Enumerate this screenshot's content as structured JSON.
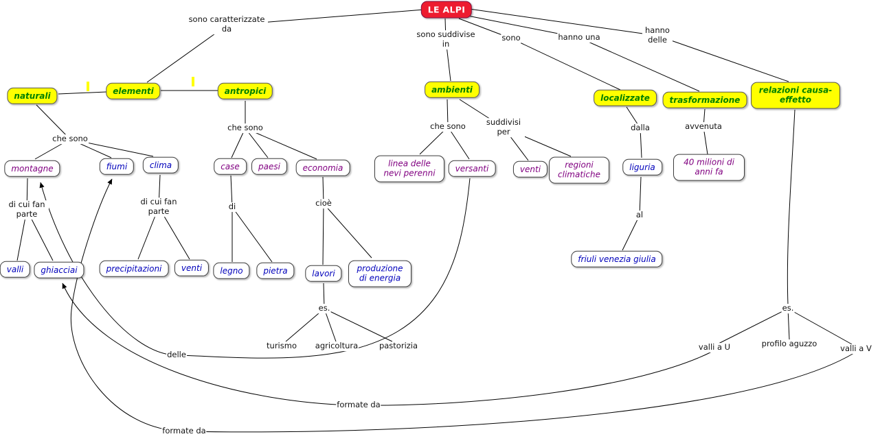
{
  "title": "LE ALPI",
  "colors": {
    "root_bg": "#ed1b2f",
    "root_text": "#ffffff",
    "category_bg": "#ffff00",
    "category_text": "#008000",
    "concept_purple": "#800080",
    "concept_blue": "#0000bb",
    "line": "#000000"
  },
  "nodes": [
    {
      "id": "le-alpi",
      "label": "LE ALPI"
    },
    {
      "id": "naturali",
      "label": "naturali"
    },
    {
      "id": "elementi",
      "label": "elementi"
    },
    {
      "id": "antropici",
      "label": "antropici"
    },
    {
      "id": "ambienti",
      "label": "ambienti"
    },
    {
      "id": "localizzate",
      "label": "localizzate"
    },
    {
      "id": "trasformazione",
      "label": "trasformazione"
    },
    {
      "id": "relazioni-causa-effetto",
      "label": "relazioni causa-effetto"
    },
    {
      "id": "montagne",
      "label": "montagne"
    },
    {
      "id": "fiumi",
      "label": "fiumi"
    },
    {
      "id": "clima",
      "label": "clima"
    },
    {
      "id": "case",
      "label": "case"
    },
    {
      "id": "paesi",
      "label": "paesi"
    },
    {
      "id": "economia",
      "label": "economia"
    },
    {
      "id": "linea-delle-nevi-perenni",
      "label": "linea delle nevi perenni"
    },
    {
      "id": "versanti",
      "label": "versanti"
    },
    {
      "id": "venti-ambienti",
      "label": "venti"
    },
    {
      "id": "regioni-climatiche",
      "label": "regioni climatiche"
    },
    {
      "id": "liguria",
      "label": "liguria"
    },
    {
      "id": "40-milioni-di-anni-fa",
      "label": "40 milioni di anni fa"
    },
    {
      "id": "valli",
      "label": "valli"
    },
    {
      "id": "ghiacciai",
      "label": "ghiacciai"
    },
    {
      "id": "precipitazioni",
      "label": "precipitazioni"
    },
    {
      "id": "venti-clima",
      "label": "venti"
    },
    {
      "id": "legno",
      "label": "legno"
    },
    {
      "id": "pietra",
      "label": "pietra"
    },
    {
      "id": "lavori",
      "label": "lavori"
    },
    {
      "id": "produzione-di-energia",
      "label": "produzione di energia"
    },
    {
      "id": "friuli-venezia-giulia",
      "label": "friuli venezia giulia"
    }
  ],
  "labels": [
    {
      "id": "sono-caratterizzate-da",
      "text": "sono caratterizzate da"
    },
    {
      "id": "sono-suddivise-in",
      "text": "sono suddivise in"
    },
    {
      "id": "sono",
      "text": "sono"
    },
    {
      "id": "hanno-una",
      "text": "hanno una"
    },
    {
      "id": "hanno-delle",
      "text": "hanno delle"
    },
    {
      "id": "che-sono-naturali",
      "text": "che sono"
    },
    {
      "id": "che-sono-antropici",
      "text": "che sono"
    },
    {
      "id": "che-sono-ambienti",
      "text": "che sono"
    },
    {
      "id": "suddivisi-per",
      "text": "suddivisi per"
    },
    {
      "id": "dalla",
      "text": "dalla"
    },
    {
      "id": "avvenuta",
      "text": "avvenuta"
    },
    {
      "id": "di-cui-fan-parte-montagne",
      "text": "di cui fan parte"
    },
    {
      "id": "di-cui-fan-parte-clima",
      "text": "di cui fan parte"
    },
    {
      "id": "di",
      "text": "di"
    },
    {
      "id": "cioe",
      "text": "cioè"
    },
    {
      "id": "al",
      "text": "al"
    },
    {
      "id": "es-lavori",
      "text": "es."
    },
    {
      "id": "turismo",
      "text": "turismo"
    },
    {
      "id": "agricoltura",
      "text": "agricoltura"
    },
    {
      "id": "pastorizia",
      "text": "pastorizia"
    },
    {
      "id": "delle",
      "text": "delle"
    },
    {
      "id": "es-relazioni",
      "text": "es."
    },
    {
      "id": "valli-a-u",
      "text": "valli a U"
    },
    {
      "id": "profilo-aguzzo",
      "text": "profilo aguzzo"
    },
    {
      "id": "valli-a-v",
      "text": "valli a V"
    },
    {
      "id": "formate-da-1",
      "text": "formate da"
    },
    {
      "id": "formate-da-2",
      "text": "formate da"
    }
  ],
  "connections": [
    "LE ALPI -sono caratterizzate da-> elementi",
    "elementi - naturali",
    "elementi - antropici",
    "LE ALPI -sono suddivise in-> ambienti",
    "LE ALPI -sono-> localizzate",
    "LE ALPI -hanno una-> trasformazione",
    "LE ALPI -hanno delle-> relazioni causa-effetto",
    "naturali -che sono-> montagne, fiumi, clima",
    "antropici -che sono-> case, paesi, economia",
    "ambienti -che sono-> linea delle nevi perenni, versanti",
    "ambienti -suddivisi per-> venti, regioni climatiche",
    "localizzate -dalla-> liguria -al-> friuli venezia giulia",
    "trasformazione -avvenuta-> 40 milioni di anni fa",
    "montagne -di cui fan parte-> valli, ghiacciai",
    "clima -di cui fan parte-> precipitazioni, venti",
    "case -di-> legno, pietra",
    "economia -cioè-> lavori, produzione di energia",
    "lavori -es.-> turismo, agricoltura, pastorizia",
    "relazioni causa-effetto -es.-> valli a U, profilo aguzzo, valli a V",
    "versanti -delle-> montagne",
    "valli a U -formate da-> ghiacciai",
    "valli a V -formate da-> fiumi"
  ]
}
